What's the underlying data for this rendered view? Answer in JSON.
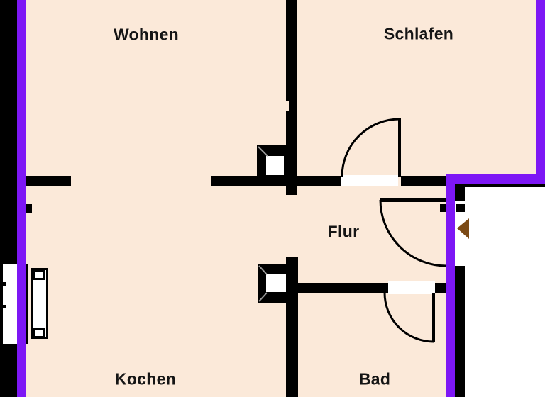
{
  "plan_title": "apartment-floor-plan",
  "rooms": [
    {
      "id": "wohnen",
      "label": "Wohnen"
    },
    {
      "id": "schlafen",
      "label": "Schlafen"
    },
    {
      "id": "flur",
      "label": "Flur"
    },
    {
      "id": "kochen",
      "label": "Kochen"
    },
    {
      "id": "bad",
      "label": "Bad"
    }
  ],
  "colors": {
    "background": "#FBE9D9",
    "wall": "#000000",
    "boundary": "#7D17F5",
    "outside": "#FFFFFF",
    "arrow": "#7B4A15",
    "label": "#151515"
  },
  "symbols": {
    "entry_arrow": "entrance-direction-arrow",
    "doors": [
      "schlafen-door",
      "entrance-door",
      "bad-door"
    ],
    "window": "window-symbol",
    "radiator": "radiator-symbol",
    "shafts": [
      "upper-shaft",
      "lower-shaft"
    ]
  }
}
